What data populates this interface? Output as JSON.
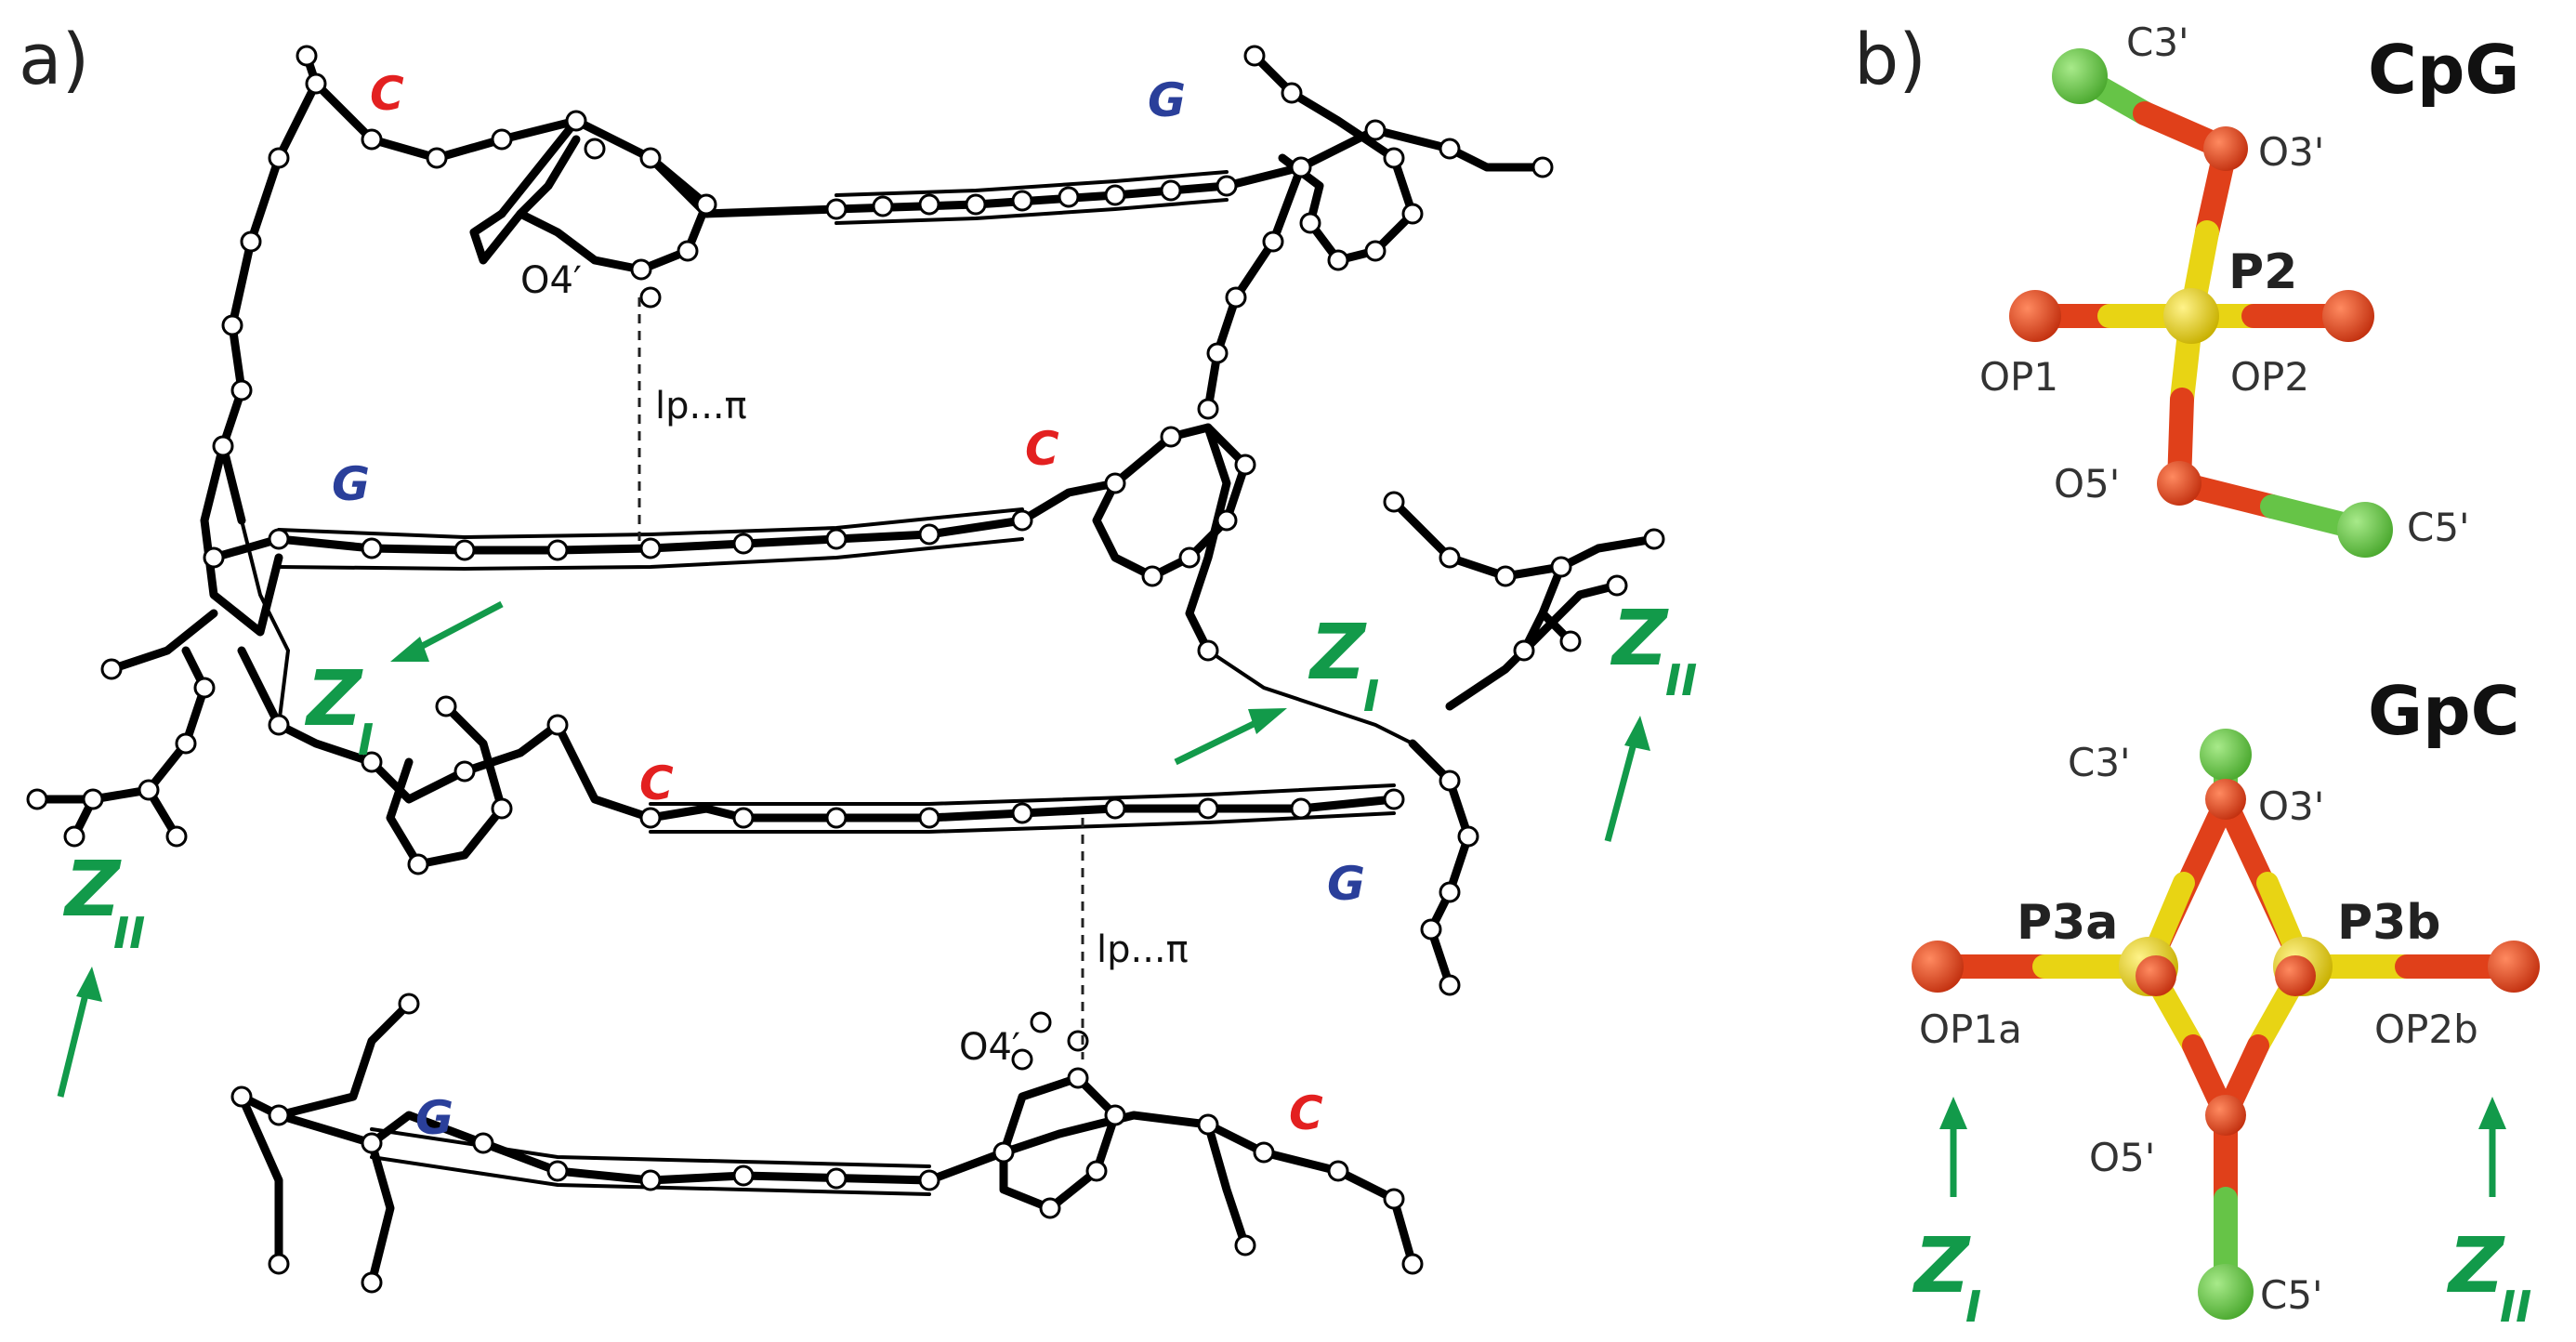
{
  "panel_a": {
    "label": "a)",
    "base_labels": [
      {
        "text": "C",
        "kind": "c"
      },
      {
        "text": "G",
        "kind": "g"
      },
      {
        "text": "G",
        "kind": "g"
      },
      {
        "text": "C",
        "kind": "c"
      },
      {
        "text": "C",
        "kind": "c"
      },
      {
        "text": "G",
        "kind": "g"
      },
      {
        "text": "G",
        "kind": "g"
      },
      {
        "text": "C",
        "kind": "c"
      }
    ],
    "o4_label_top": "O4′",
    "o4_label_bottom": "O4′",
    "lp_pi_top": "lp...π",
    "lp_pi_bottom": "lp...π",
    "zones": [
      {
        "main": "Z",
        "sub": "I"
      },
      {
        "main": "Z",
        "sub": "I"
      },
      {
        "main": "Z",
        "sub": "II"
      },
      {
        "main": "Z",
        "sub": "II"
      }
    ]
  },
  "panel_b": {
    "label": "b)",
    "cpg": {
      "title": "CpG",
      "atoms": {
        "c3": "C3'",
        "o3": "O3'",
        "p": "P2",
        "op1": "OP1",
        "op2": "OP2",
        "o5": "O5'",
        "c5": "C5'"
      }
    },
    "gpc": {
      "title": "GpC",
      "atoms": {
        "c3": "C3'",
        "o3": "O3'",
        "p3a": "P3a",
        "p3b": "P3b",
        "op1a": "OP1a",
        "op2b": "OP2b",
        "o5": "O5'",
        "c5": "C5'"
      }
    },
    "zones": [
      {
        "main": "Z",
        "sub": "I"
      },
      {
        "main": "Z",
        "sub": "II"
      }
    ],
    "colors": {
      "oxygen": "#e0401a",
      "phosphorus": "#e8d414",
      "carbon": "#66c447"
    }
  }
}
